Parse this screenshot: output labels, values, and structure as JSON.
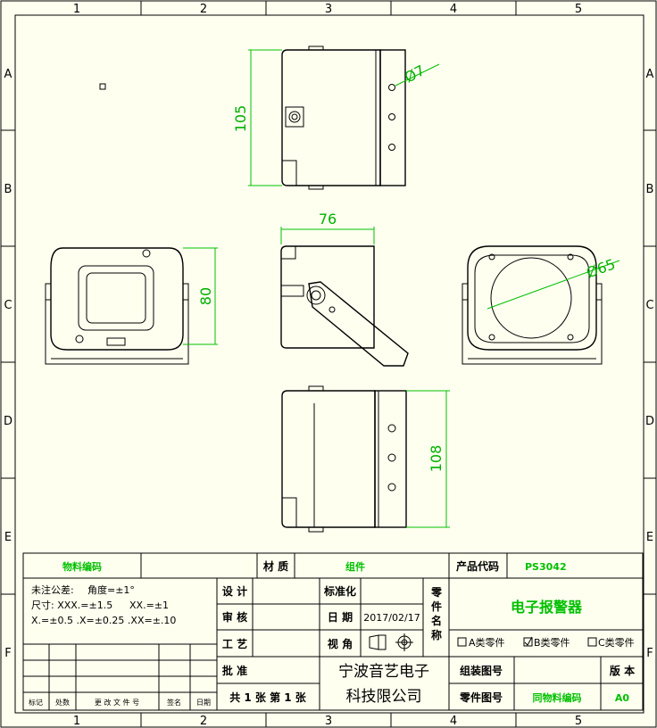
{
  "grid": {
    "columns": [
      "1",
      "2",
      "3",
      "4",
      "5"
    ],
    "rows": [
      "A",
      "B",
      "C",
      "D",
      "E",
      "F"
    ]
  },
  "dimensions": {
    "hole_dia": "Ø7",
    "height_top": "105",
    "width_side": "76",
    "height_front": "80",
    "horn_dia": "Ø65",
    "length_bottom": "108"
  },
  "title_block": {
    "material_code_label": "物料编码",
    "material_label": "材 质",
    "material_value": "组件",
    "product_code_label": "产品代码",
    "product_code_value": "PS3042",
    "tolerance_title": "未注公差:",
    "tolerance_angle": "角度=±1°",
    "tolerance_line2a": "尺寸: XXX.=±1.5",
    "tolerance_line2b": "XX.=±1",
    "tolerance_line3": "X.=±0.5   .X=±0.25   .XX=±.10",
    "design_label": "设 计",
    "review_label": "审 核",
    "process_label": "工 艺",
    "approve_label": "批 准",
    "standard_label": "标准化",
    "date_label": "日 期",
    "date_value": "2017/02/17",
    "view_label": "视 角",
    "part_name_label": "零件名称",
    "part_name_value": "电子报警器",
    "class_a": "A类零件",
    "class_b": "B类零件",
    "class_c": "C类零件",
    "company_line1": "宁波音艺电子",
    "company_line2": "科技限公司",
    "sheets": "共 1 张   第 1 张",
    "assembly_no_label": "组装图号",
    "version_label": "版 本",
    "part_no_label": "零件图号",
    "part_no_value": "同物料编码",
    "version_value": "A0",
    "rev_mark": "标记",
    "rev_count": "处数",
    "rev_doc": "更 改 文 件 号",
    "rev_sign": "签名",
    "rev_date": "日期"
  }
}
